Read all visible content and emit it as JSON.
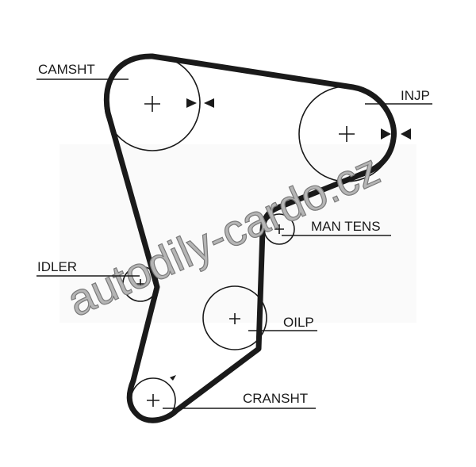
{
  "diagram": {
    "components": [
      {
        "id": "camshaft",
        "label": "CAMSHT"
      },
      {
        "id": "injection-pump",
        "label": "INJP"
      },
      {
        "id": "manual-tensioner",
        "label": "MAN TENS"
      },
      {
        "id": "idler",
        "label": "IDLER"
      },
      {
        "id": "oil-pump",
        "label": "OILP"
      },
      {
        "id": "crankshaft",
        "label": "CRANSHT"
      }
    ],
    "watermark": "autodily-cardo.cz",
    "colors": {
      "belt": "#1a1a1a",
      "watermark": "#b5b5b5"
    }
  }
}
